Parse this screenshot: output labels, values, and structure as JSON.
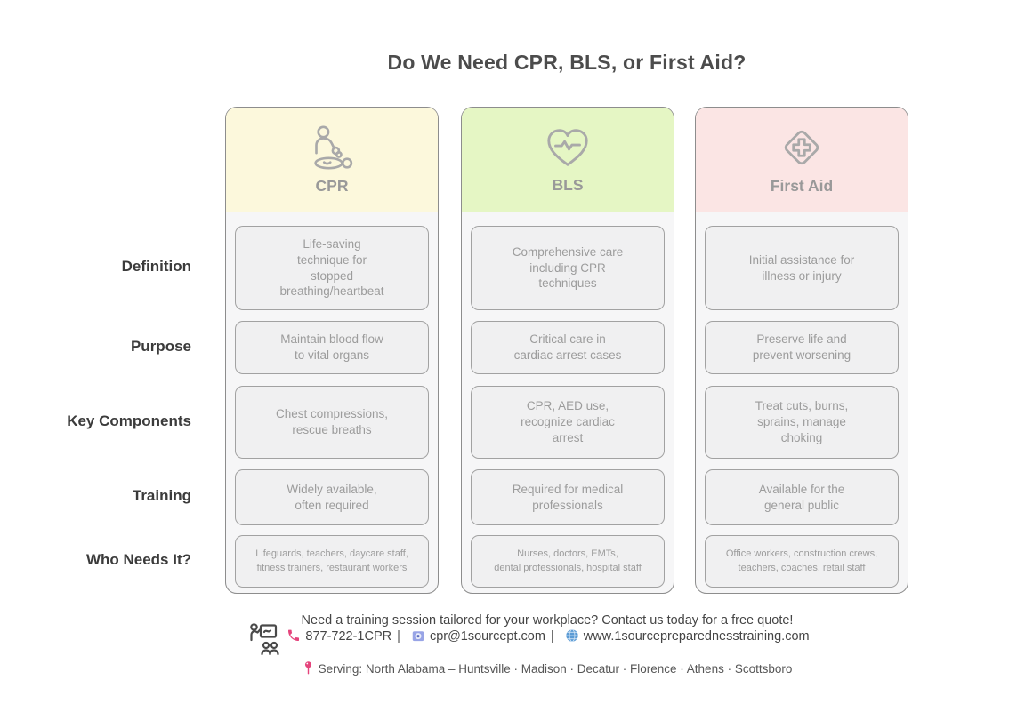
{
  "title": "Do We Need CPR, BLS, or First Aid?",
  "rows": [
    "Definition",
    "Purpose",
    "Key Components",
    "Training",
    "Who Needs It?"
  ],
  "columns": [
    {
      "name": "CPR",
      "icon": "cpr-rescue-icon",
      "header_color": "#fcf8dc",
      "cells": [
        "Life-saving\ntechnique for\nstopped\nbreathing/heartbeat",
        "Maintain blood flow\nto vital organs",
        "Chest compressions,\nrescue breaths",
        "Widely available,\noften required",
        "Lifeguards, teachers, daycare staff,\nfitness trainers, restaurant workers"
      ]
    },
    {
      "name": "BLS",
      "icon": "heartbeat-heart-icon",
      "header_color": "#e5f6c4",
      "cells": [
        "Comprehensive care\nincluding CPR\ntechniques",
        "Critical care in\ncardiac arrest cases",
        "CPR, AED use,\nrecognize cardiac\narrest",
        "Required for medical\nprofessionals",
        "Nurses, doctors, EMTs,\ndental professionals, hospital staff"
      ]
    },
    {
      "name": "First Aid",
      "icon": "first-aid-diamond-cross-icon",
      "header_color": "#fbe5e4",
      "cells": [
        "Initial assistance for\nillness or injury",
        "Preserve life and\nprevent worsening",
        "Treat cuts, burns,\nsprains, manage\nchoking",
        "Available for the\ngeneral public",
        "Office workers, construction crews,\nteachers, coaches, retail staff"
      ]
    }
  ],
  "footer": {
    "cta": "Need a training session tailored for your workplace? Contact us today for a free quote!",
    "phone": "877-722-1CPR",
    "separator": "|",
    "email": "cpr@1sourcept.com",
    "website": "www.1sourcepreparednesstraining.com",
    "serving": "Serving: North Alabama – Huntsville · Madison · Decatur · Florence · Athens · Scottsboro"
  },
  "icons": {
    "cpr": "cpr-rescue-icon",
    "bls": "heartbeat-heart-icon",
    "first_aid": "first-aid-diamond-cross-icon",
    "footer_left": "trainer-group-icon",
    "phone": "phone-icon",
    "email": "email-icon",
    "website": "globe-icon",
    "serving": "pin-icon"
  },
  "colors": {
    "accent_pink": "#e5447c",
    "globe_blue": "#5b9bd5",
    "line_gray": "#a9a9a9"
  }
}
